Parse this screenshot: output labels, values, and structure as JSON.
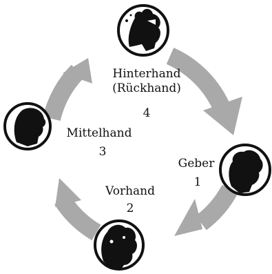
{
  "diagram": {
    "positions": [
      {
        "name": "Geber",
        "number": "1",
        "icon": "dealer-face-icon"
      },
      {
        "name": "Vorhand",
        "number": "2",
        "icon": "forehand-face-icon"
      },
      {
        "name": "Mittelhand",
        "number": "3",
        "icon": "middlehand-face-icon"
      },
      {
        "name": "Hinterhand",
        "alt_name": "(Rückhand)",
        "number": "4",
        "icon": "rearhand-face-icon"
      }
    ],
    "colors": {
      "arrow": "#a9a9a9",
      "portrait_ring": "#111111",
      "portrait_fill": "#ffffff",
      "silhouette": "#111111"
    }
  }
}
